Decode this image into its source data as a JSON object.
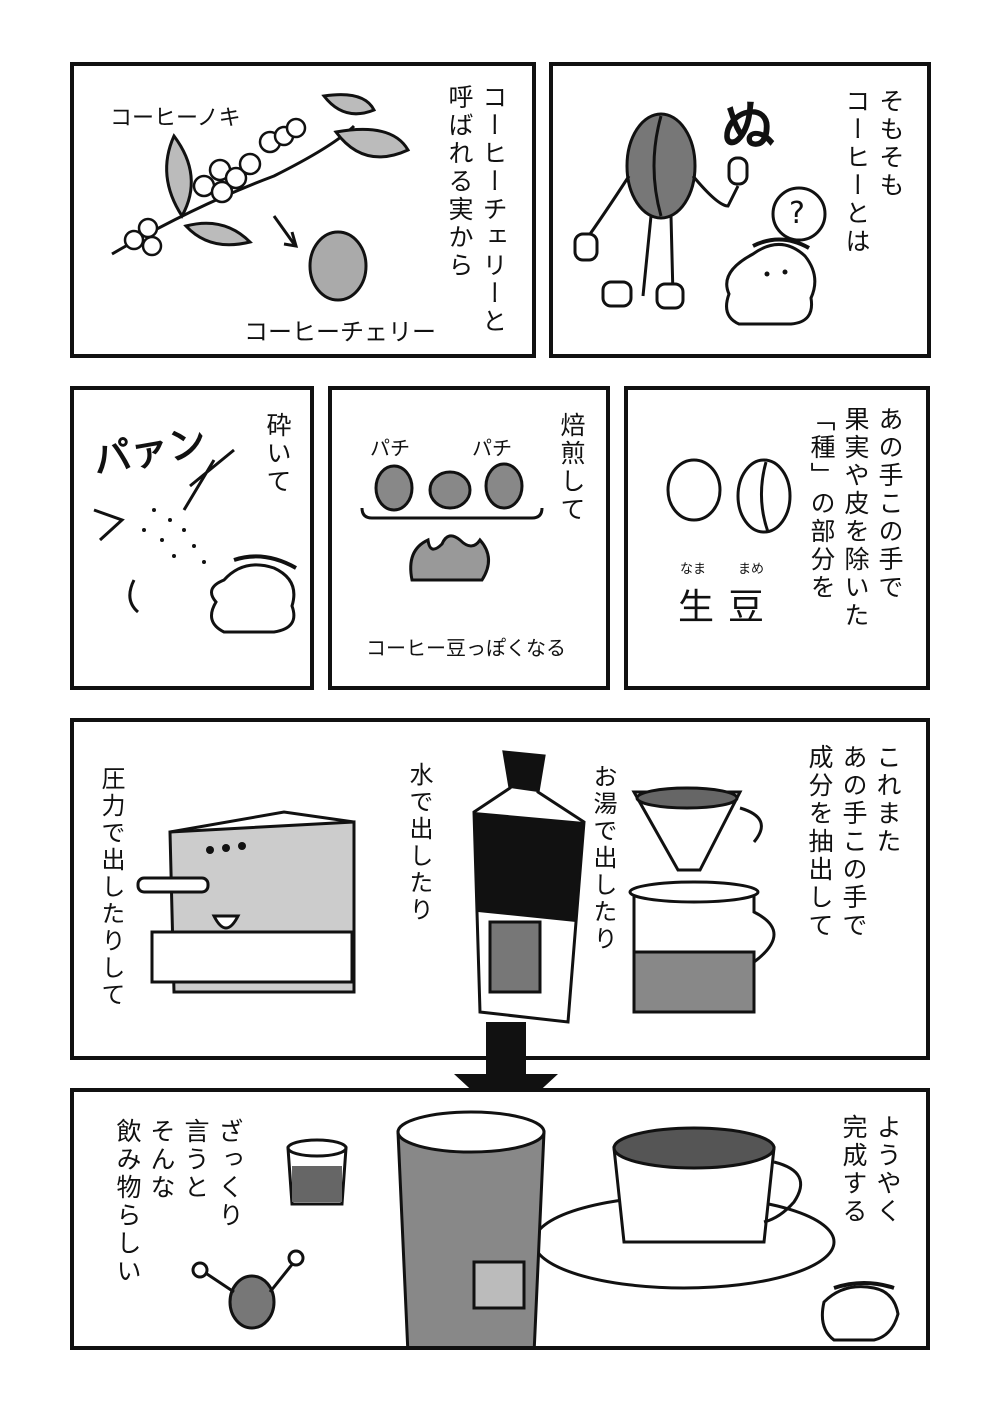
{
  "panels": {
    "p1": {
      "caption": "そもそも\nコーヒーとは",
      "sfx": "ぬ",
      "speech": "?"
    },
    "p2": {
      "caption": "コーヒーチェリーと\n呼ばれる実から",
      "label_tree": "コーヒーノキ",
      "label_cherry": "コーヒーチェリー"
    },
    "p3": {
      "caption": "あの手この手で\n果実や皮を除いた\n「種」の部分を",
      "ruby_nama": "なま",
      "ruby_mame": "まめ",
      "label": "生豆"
    },
    "p4": {
      "caption": "焙煎して",
      "sfx_1": "パチ",
      "sfx_2": "パチ",
      "bottom": "コーヒー豆っぽくなる"
    },
    "p5": {
      "caption": "砕いて",
      "sfx": "パァン"
    },
    "p6": {
      "caption": "これまた\nあの手この手で\n成分を抽出して",
      "pour_over": "お湯で出したり",
      "cold_brew": "水で出したり",
      "espresso": "圧力で出したりして"
    },
    "p7": {
      "caption_right": "ようやく\n完成する",
      "caption_left": "ざっくり\n言うと\nそんな\n飲み物らしい"
    }
  },
  "colors": {
    "ink": "#111111",
    "paper": "#ffffff",
    "tone": "#9a9a9a",
    "dark_tone": "#555555"
  }
}
